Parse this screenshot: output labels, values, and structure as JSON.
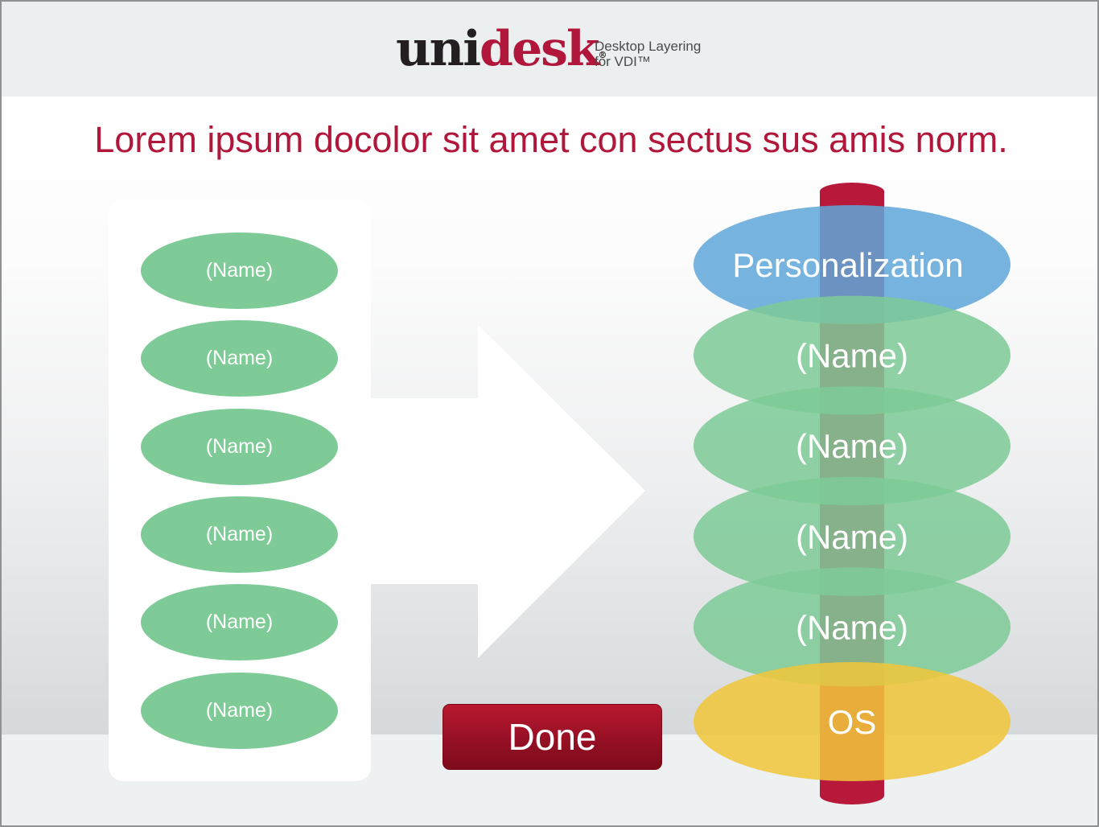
{
  "header": {
    "logo": {
      "part1": "uni",
      "part2": "desk",
      "registered": "®"
    },
    "tagline": {
      "line1": "Desktop Layering",
      "line2": "for VDI™"
    }
  },
  "headline": "Lorem ipsum docolor sit amet con sectus sus amis norm.",
  "available_layers": [
    "(Name)",
    "(Name)",
    "(Name)",
    "(Name)",
    "(Name)",
    "(Name)"
  ],
  "stack_layers": [
    {
      "label": "Personalization",
      "kind": "personalization"
    },
    {
      "label": "(Name)",
      "kind": "app"
    },
    {
      "label": "(Name)",
      "kind": "app"
    },
    {
      "label": "(Name)",
      "kind": "app"
    },
    {
      "label": "(Name)",
      "kind": "app"
    },
    {
      "label": "OS",
      "kind": "os"
    }
  ],
  "done_button": {
    "label": "Done"
  },
  "colors": {
    "brand_red": "#b0173a",
    "app_layer_green": "#7ecb97",
    "personalization_blue": "#5fa7d9",
    "os_yellow": "#f0c63a",
    "spine_red": "#b8193b"
  }
}
